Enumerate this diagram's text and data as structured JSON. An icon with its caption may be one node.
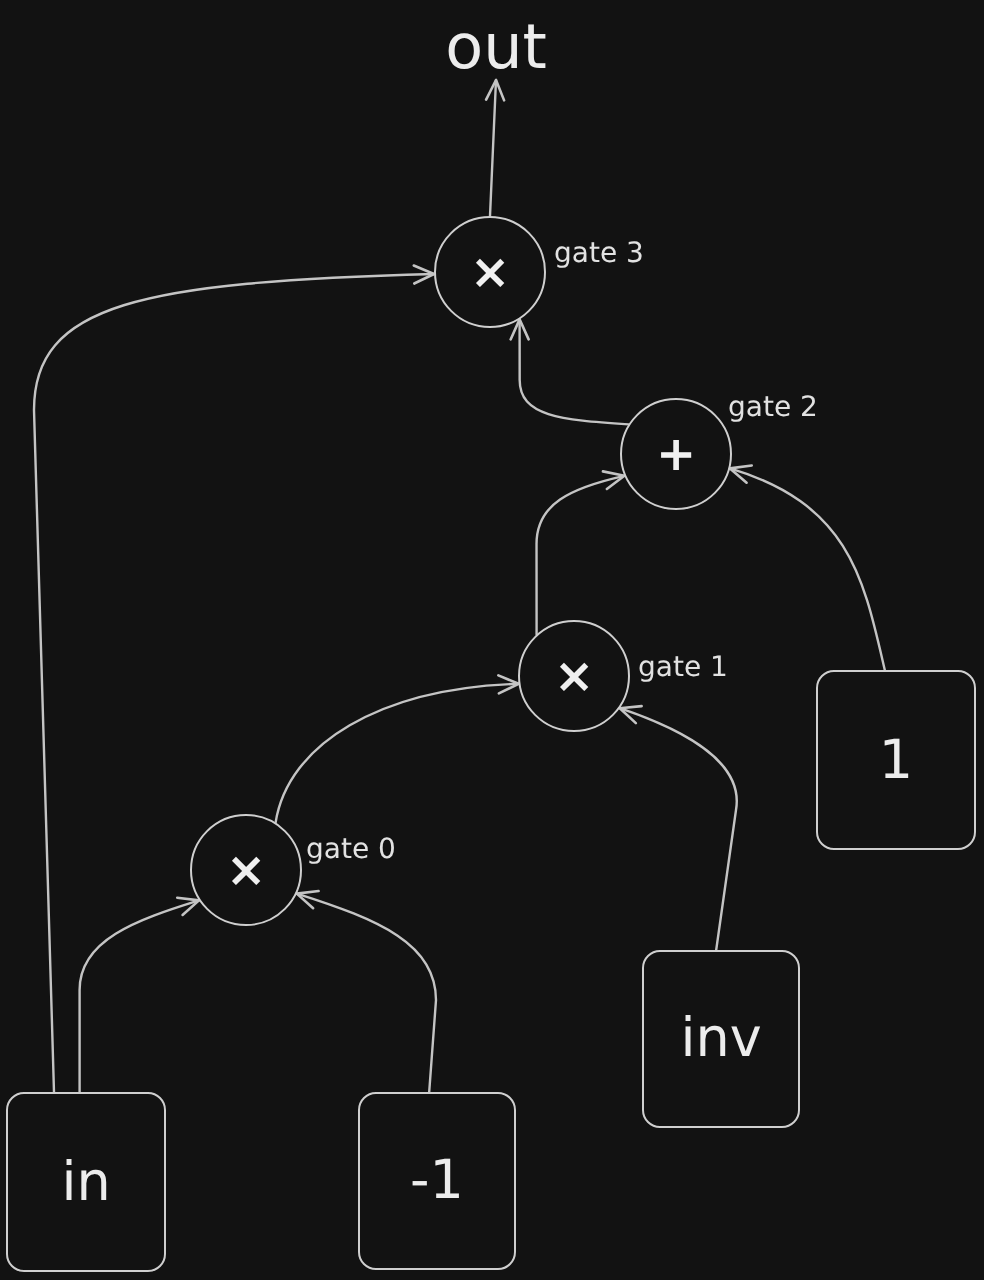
{
  "diagram": {
    "nodes": [
      {
        "text": [
          "out"
        ]
      },
      {
        "text": [
          "×"
        ],
        "beside": [
          "gate 3"
        ]
      },
      {
        "text": [
          "+"
        ],
        "beside": [
          "gate 2"
        ]
      },
      {
        "text": [
          "×"
        ],
        "beside": [
          "gate 1"
        ]
      },
      {
        "text": [
          "1"
        ]
      },
      {
        "text": [
          "×"
        ],
        "beside": [
          "gate 0"
        ]
      },
      {
        "text": [
          "inv"
        ]
      },
      {
        "text": [
          "in"
        ]
      },
      {
        "text": [
          "-1"
        ]
      }
    ],
    "edges": [
      {
        "from": 1,
        "to": 0,
        "arrow": "to"
      },
      {
        "from": 7,
        "to": 1,
        "arrow": "to"
      },
      {
        "from": 2,
        "to": 1,
        "arrow": "to"
      },
      {
        "from": 3,
        "to": 2,
        "arrow": "to"
      },
      {
        "from": 4,
        "to": 2,
        "arrow": "to"
      },
      {
        "from": 5,
        "to": 3,
        "arrow": "to"
      },
      {
        "from": 6,
        "to": 3,
        "arrow": "to"
      },
      {
        "from": 7,
        "to": 5,
        "arrow": "to"
      },
      {
        "from": 8,
        "to": 5,
        "arrow": "to"
      }
    ]
  }
}
